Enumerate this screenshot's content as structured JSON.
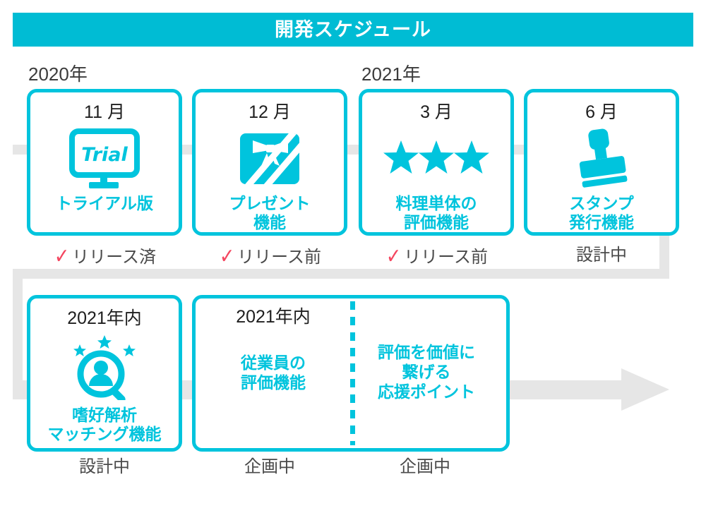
{
  "header": {
    "title": "開発スケジュール",
    "bar_color": "#00bcd4",
    "title_color": "#ffffff"
  },
  "colors": {
    "accent": "#00c4dd",
    "header": "#00bcd4",
    "check": "#f4465f",
    "arrow_band": "#e6e6e6",
    "status_text": "#4a4a4a",
    "month_text": "#1e1e1e"
  },
  "timeline": {
    "year_labels": [
      {
        "text": "2020年"
      },
      {
        "text": "2021年"
      }
    ],
    "row1": [
      {
        "month": "11 月",
        "icon": "monitor-trial-icon",
        "icon_text": "Trial",
        "label": "トライアル版",
        "status": "リリース済",
        "has_check": true
      },
      {
        "month": "12 月",
        "icon": "gift-card-icon",
        "label": "プレゼント\n機能",
        "status": "リリース前",
        "has_check": true
      },
      {
        "month": "3 月",
        "icon": "three-stars-icon",
        "label": "料理単体の\n評価機能",
        "status": "リリース前",
        "has_check": true
      },
      {
        "month": "6 月",
        "icon": "rubber-stamp-icon",
        "label": "スタンプ\n発行機能",
        "status": "設計中",
        "has_check": false
      }
    ],
    "row2": [
      {
        "month": "2021年内",
        "icon": "person-magnifier-icon",
        "label": "嗜好解析\nマッチング機能",
        "status": "設計中",
        "has_check": false
      },
      {
        "month": "2021年内",
        "label": "従業員の\n評価機能",
        "status": "企画中",
        "has_check": false,
        "right_label": "評価を価値に\n繋げる\n応援ポイント",
        "right_status": "企画中"
      }
    ]
  }
}
